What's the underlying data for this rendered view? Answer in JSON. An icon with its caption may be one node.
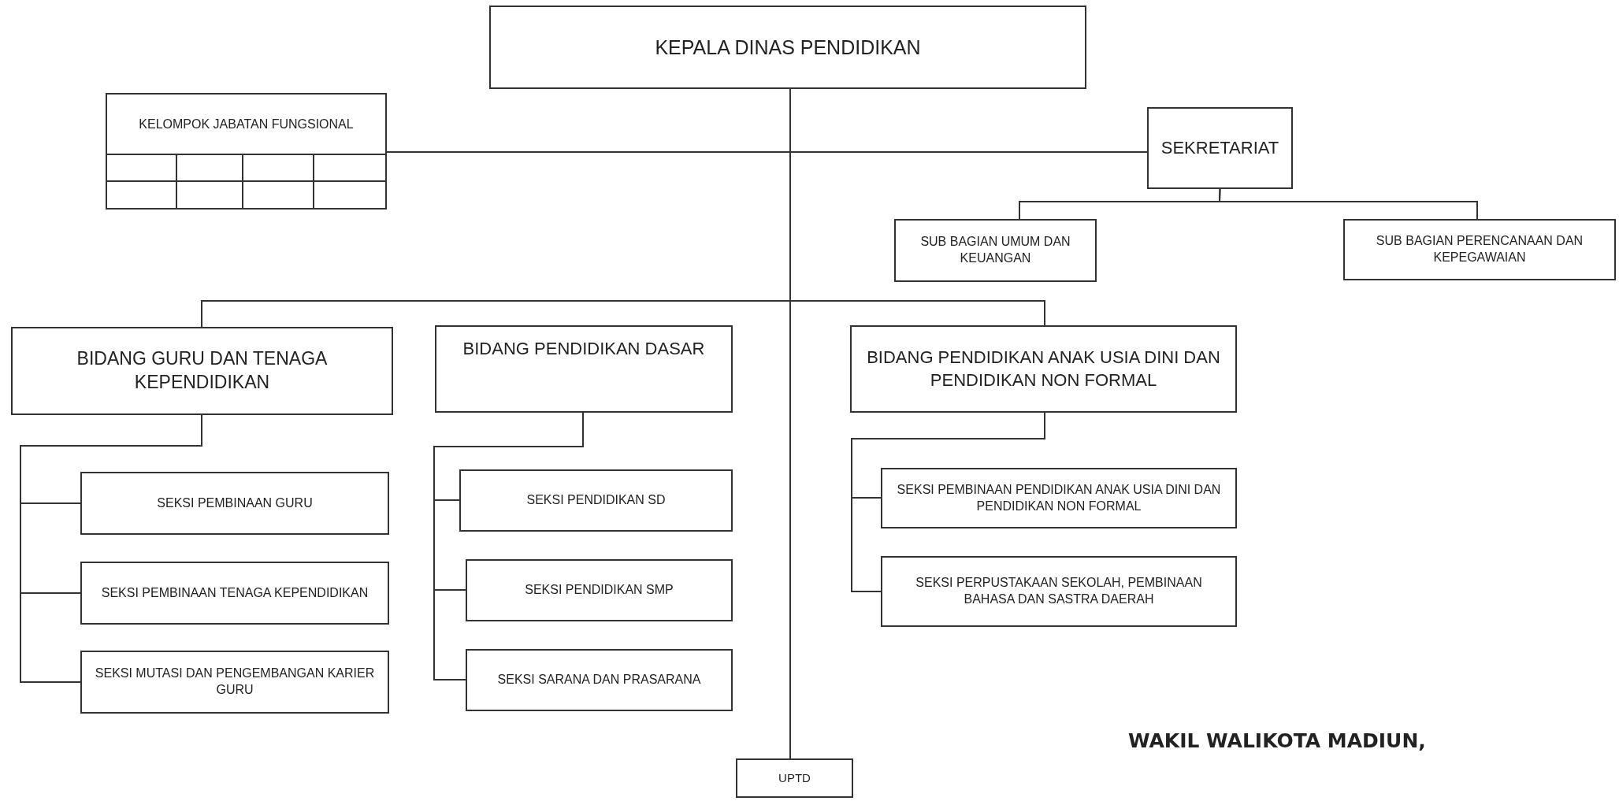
{
  "diagram": {
    "nodes": [
      {
        "text": [
          "KEPALA DINAS PENDIDIKAN"
        ]
      },
      {
        "text": [
          "KELOMPOK JABATAN FUNGSIONAL"
        ]
      },
      {
        "text": [
          "SEKRETARIAT"
        ]
      },
      {
        "text": [
          "SUB BAGIAN  UMUM DAN KEUANGAN"
        ]
      },
      {
        "text": [
          "SUB BAGIAN PERENCANAAN DAN KEPEGAWAIAN"
        ]
      },
      {
        "text": [
          "BIDANG GURU DAN TENAGA KEPENDIDIKAN"
        ]
      },
      {
        "text": [
          "BIDANG PENDIDIKAN DASAR"
        ]
      },
      {
        "text": [
          "BIDANG PENDIDIKAN ANAK USIA DINI DAN PENDIDIKAN  NON FORMAL"
        ]
      },
      {
        "text": [
          "SEKSI PEMBINAAN GURU"
        ]
      },
      {
        "text": [
          "SEKSI PEMBINAAN TENAGA KEPENDIDIKAN"
        ]
      },
      {
        "text": [
          "SEKSI MUTASI DAN PENGEMBANGAN KARIER GURU"
        ]
      },
      {
        "text": [
          "SEKSI PENDIDIKAN SD"
        ]
      },
      {
        "text": [
          "SEKSI PENDIDIKAN SMP"
        ]
      },
      {
        "text": [
          "SEKSI SARANA DAN PRASARANA"
        ]
      },
      {
        "text": [
          "SEKSI PEMBINAAN PENDIDIKAN ANAK USIA DINI DAN PENDIDIKAN NON FORMAL"
        ]
      },
      {
        "text": [
          "SEKSI PERPUSTAKAAN SEKOLAH, PEMBINAAN BAHASA DAN SASTRA DAERAH"
        ]
      },
      {
        "text": [
          "UPTD"
        ]
      }
    ],
    "edges": [
      {
        "from": 0,
        "to": 16,
        "arrow": "none"
      },
      {
        "from": 0,
        "to": 1,
        "arrow": "none"
      },
      {
        "from": 0,
        "to": 2,
        "arrow": "none"
      },
      {
        "from": 2,
        "to": 3,
        "arrow": "none"
      },
      {
        "from": 2,
        "to": 4,
        "arrow": "none"
      },
      {
        "from": 0,
        "to": 5,
        "arrow": "none"
      },
      {
        "from": 0,
        "to": 7,
        "arrow": "none"
      },
      {
        "from": 5,
        "to": 8,
        "arrow": "none"
      },
      {
        "from": 5,
        "to": 9,
        "arrow": "none"
      },
      {
        "from": 5,
        "to": 10,
        "arrow": "none"
      },
      {
        "from": 6,
        "to": 11,
        "arrow": "none"
      },
      {
        "from": 6,
        "to": 12,
        "arrow": "none"
      },
      {
        "from": 6,
        "to": 13,
        "arrow": "none"
      },
      {
        "from": 7,
        "to": 14,
        "arrow": "none"
      },
      {
        "from": 7,
        "to": 15,
        "arrow": "none"
      }
    ],
    "labels": [
      "WAKIL WALIKOTA MADIUN,"
    ]
  }
}
